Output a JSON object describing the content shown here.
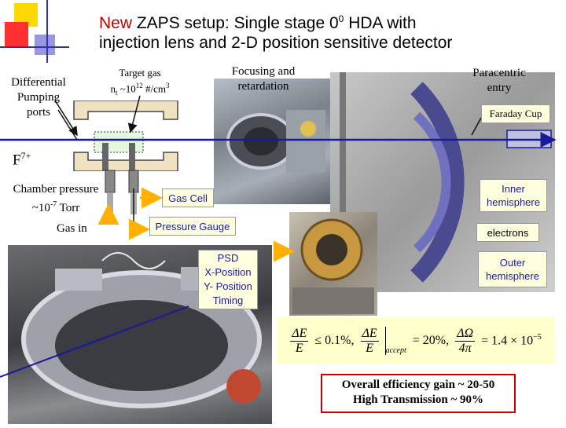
{
  "title": {
    "new": "New",
    "line1_rest": " ZAPS setup: Single stage 0",
    "sup": "0",
    "line1_end": " HDA with",
    "line2": "injection lens and 2-D position sensitive detector"
  },
  "labels": {
    "differential": [
      "Differential",
      "Pumping",
      "ports"
    ],
    "target_gas": "Target gas",
    "target_density_pre": "n",
    "target_density_sub": "t",
    "target_density_mid": " ~10",
    "target_density_sup": "12",
    "target_density_post": " #/cm",
    "target_density_sup2": "3",
    "focusing": [
      "Focusing and",
      "retardation"
    ],
    "paracentric": [
      "Paracentric",
      "entry"
    ],
    "faraday": "Faraday Cup",
    "ion_base": "F",
    "ion_sup": "7+",
    "chamber_line1": "Chamber pressure",
    "chamber_pre": "~10",
    "chamber_sup": "-7",
    "chamber_post": " Torr",
    "gas_in": "Gas in",
    "gas_cell": "Gas Cell",
    "pressure_gauge": "Pressure Gauge",
    "inner_hemisphere": [
      "Inner",
      "hemisphere"
    ],
    "electrons": "electrons",
    "outer_hemisphere": [
      "Outer",
      "hemisphere"
    ],
    "psd": [
      "PSD",
      "X-Position",
      "Y- Position",
      "Timing"
    ]
  },
  "formula": {
    "dE": "ΔE",
    "E": "E",
    "res": "≤ 0.1%,",
    "accept_sub": "accept",
    "accept_val": "= 20%,",
    "dOmega": "ΔΩ",
    "fourpi": "4π",
    "solid_val": "= 1.4 × 10",
    "solid_exp": "−5"
  },
  "efficiency": {
    "line1": "Overall efficiency gain ~ 20-50",
    "line2": "High Transmission ~ 90%"
  },
  "colors": {
    "title_accent": "#c00000",
    "beam": "#1a1a9a",
    "label_box": "#ffffe0",
    "label_text": "#1a1aa0",
    "formula_bg": "#ffffcc",
    "efficiency_border": "#cc0000"
  }
}
